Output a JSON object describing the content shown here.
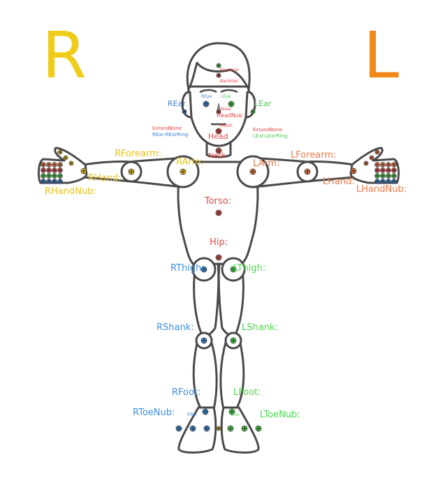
{
  "sides": {
    "right": "R",
    "left": "L"
  },
  "colors": {
    "right_letter": "#f0cc1a",
    "left_letter": "#f08a1a",
    "outline": "#4a4a4a",
    "core": "#e04848",
    "right_leg": "#3f8fe0",
    "left_leg": "#4cd84c",
    "right_arm": "#e8c21a",
    "left_arm": "#f07a4a",
    "face_blue": "#3f7fd0",
    "face_green": "#4cc84c"
  },
  "bones": {
    "front_hair": "FrontHair",
    "back_hair": "BackHair",
    "r_ear": "REar",
    "l_ear": "LEar",
    "r_eye": "REye",
    "l_eye": "LEye",
    "nose": "Nose",
    "head_nub": "HeadNub",
    "mouth": "Mouth",
    "head": "Head",
    "neck": "Neck",
    "extand_bone_r": "ExtandBone",
    "r_ear_ring": "REar:REarRing:",
    "extand_bone_l": "ExtandBone",
    "l_ear_ring": "LEar:LEarRing:",
    "r_forearm": "RForearm:",
    "r_arm": "RArm:",
    "r_hand": "RHand:",
    "r_hand_nub": "RHandNub:",
    "l_forearm": "LForearm:",
    "l_arm": "LArm:",
    "l_hand": "LHand:",
    "l_hand_nub": "LHandNub:",
    "torso": "Torso:",
    "hip": "Hip:",
    "r_thigh": "RThigh:",
    "l_thigh": "LThigh:",
    "r_shank": "RShank:",
    "l_shank": "LShank:",
    "r_foot": "RFoot:",
    "l_foot": "LFoot:",
    "r_toe_nub": "RToeNub:",
    "l_toe_nub": "LToeNub:",
    "r_toe": "RToe",
    "l_toe": "LToe"
  }
}
